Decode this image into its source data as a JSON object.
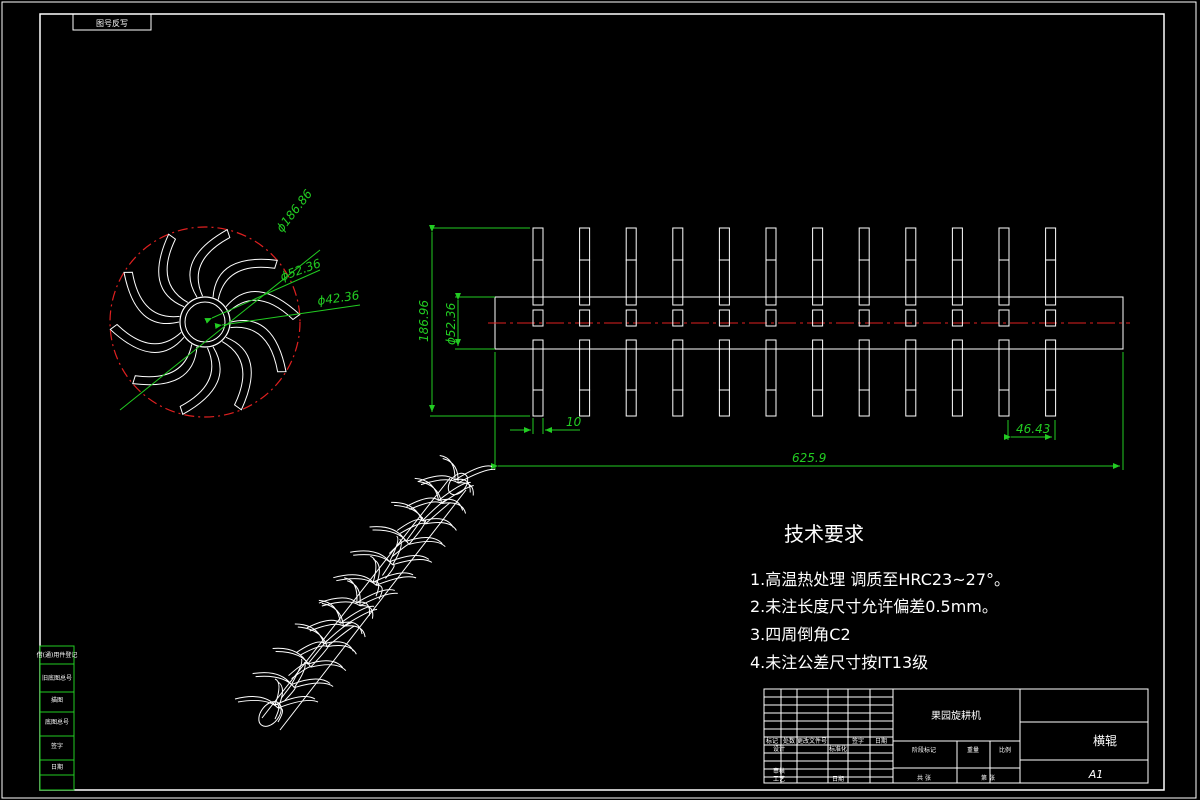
{
  "drawing": {
    "corner_tag": "图号反写",
    "side_labels": [
      "借(通)用件登记",
      "旧底图总号",
      "底图总号",
      "签字",
      "日期"
    ],
    "bottom_left_label": "描图"
  },
  "dimensions": {
    "front_outer_dia": "ϕ186.86",
    "front_hub_dia": "ϕ52.36",
    "front_inner_dia": "ϕ42.36",
    "side_height": "186.96",
    "side_shaft_dia": "ϕ52.36",
    "blade_width": "10",
    "end_spacing": "46.43",
    "overall_length": "625.9"
  },
  "tech_requirements": {
    "title": "技术要求",
    "items": [
      "1.高温热处理  调质至HRC23~27°。",
      "2.未注长度尺寸允许偏差0.5mm。",
      "3.四周倒角C2",
      "4.未注公差尺寸按IT13级"
    ]
  },
  "title_block": {
    "product_name": "果园旋耕机",
    "part_name": "横辊",
    "scale_code": "A1",
    "row_labels": [
      "标记",
      "处数",
      "更改文件号",
      "签字",
      "日期"
    ],
    "design_label": "设计",
    "standard_label": "标准化",
    "review_label": "审核",
    "process_label": "工艺",
    "date_label": "日期",
    "stage_label": "阶段标记",
    "weight_label": "重量",
    "ratio_label": "比例",
    "sheet_total_label": "共  张",
    "sheet_no_label": "第  张"
  }
}
